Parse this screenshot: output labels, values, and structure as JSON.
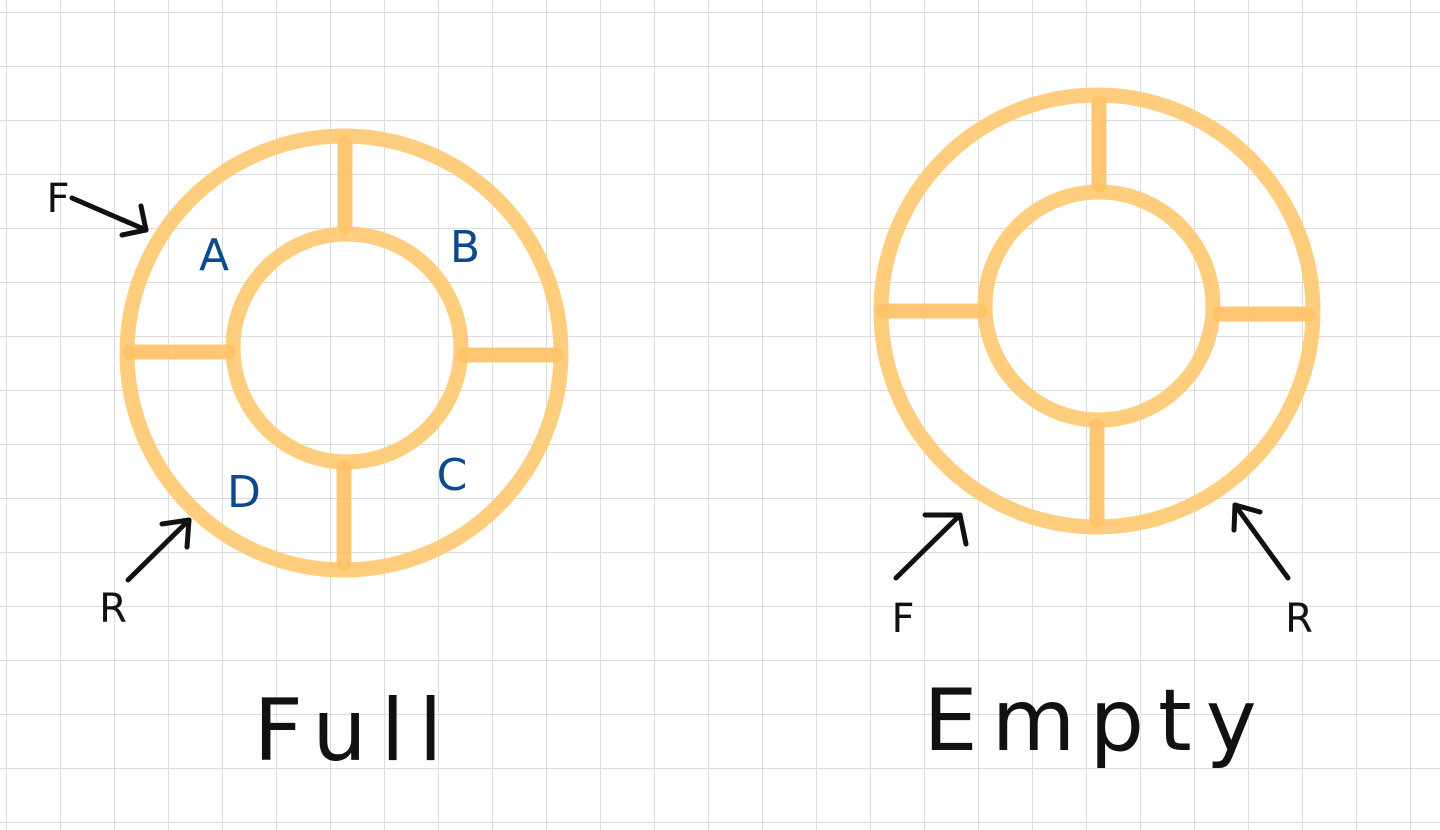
{
  "colors": {
    "ring": "#ffc870",
    "slot_label": "#0d4a8c",
    "ink": "#111111",
    "grid": "#dcdcdc"
  },
  "full": {
    "caption": "Full",
    "front_label": "F",
    "rear_label": "R",
    "slots": [
      "A",
      "B",
      "C",
      "D"
    ]
  },
  "empty": {
    "caption": "Empty",
    "front_label": "F",
    "rear_label": "R"
  }
}
